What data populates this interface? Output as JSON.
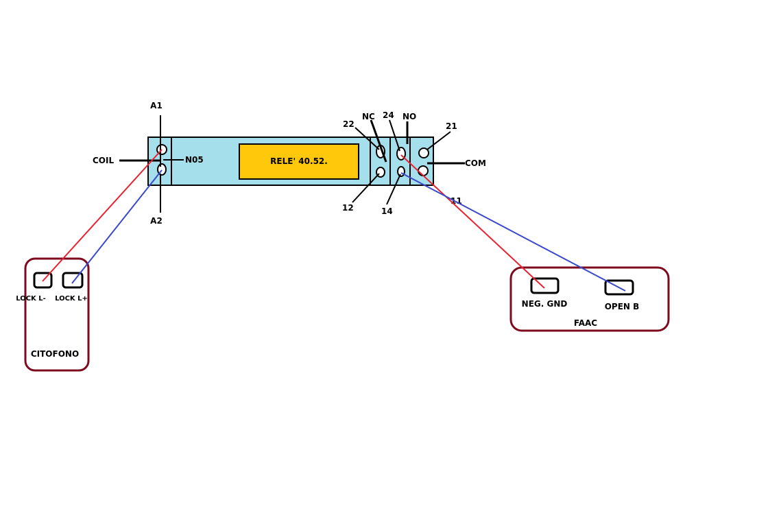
{
  "relay": {
    "model_label": "RELE' 40.52.",
    "body_color": "#a6dfec",
    "display_color": "#ffc80a"
  },
  "terminals": {
    "a1": "A1",
    "a2": "A2",
    "coil": "COIL",
    "no5": "N05",
    "nc": "NC",
    "no": "NO",
    "t22": "22",
    "t24": "24",
    "t21": "21",
    "t12": "12",
    "t14": "14",
    "t11": "11",
    "com": "COM"
  },
  "citofono": {
    "title": "CITOFONO",
    "lock_minus": "LOCK L-",
    "lock_plus": "LOCK L+"
  },
  "faac": {
    "title": "FAAC",
    "neg_gnd": "NEG. GND",
    "open_b": "OPEN B"
  },
  "colors": {
    "box_border": "#7e0a1e",
    "wire_red": "#e82231",
    "wire_blue": "#3a48cc"
  }
}
